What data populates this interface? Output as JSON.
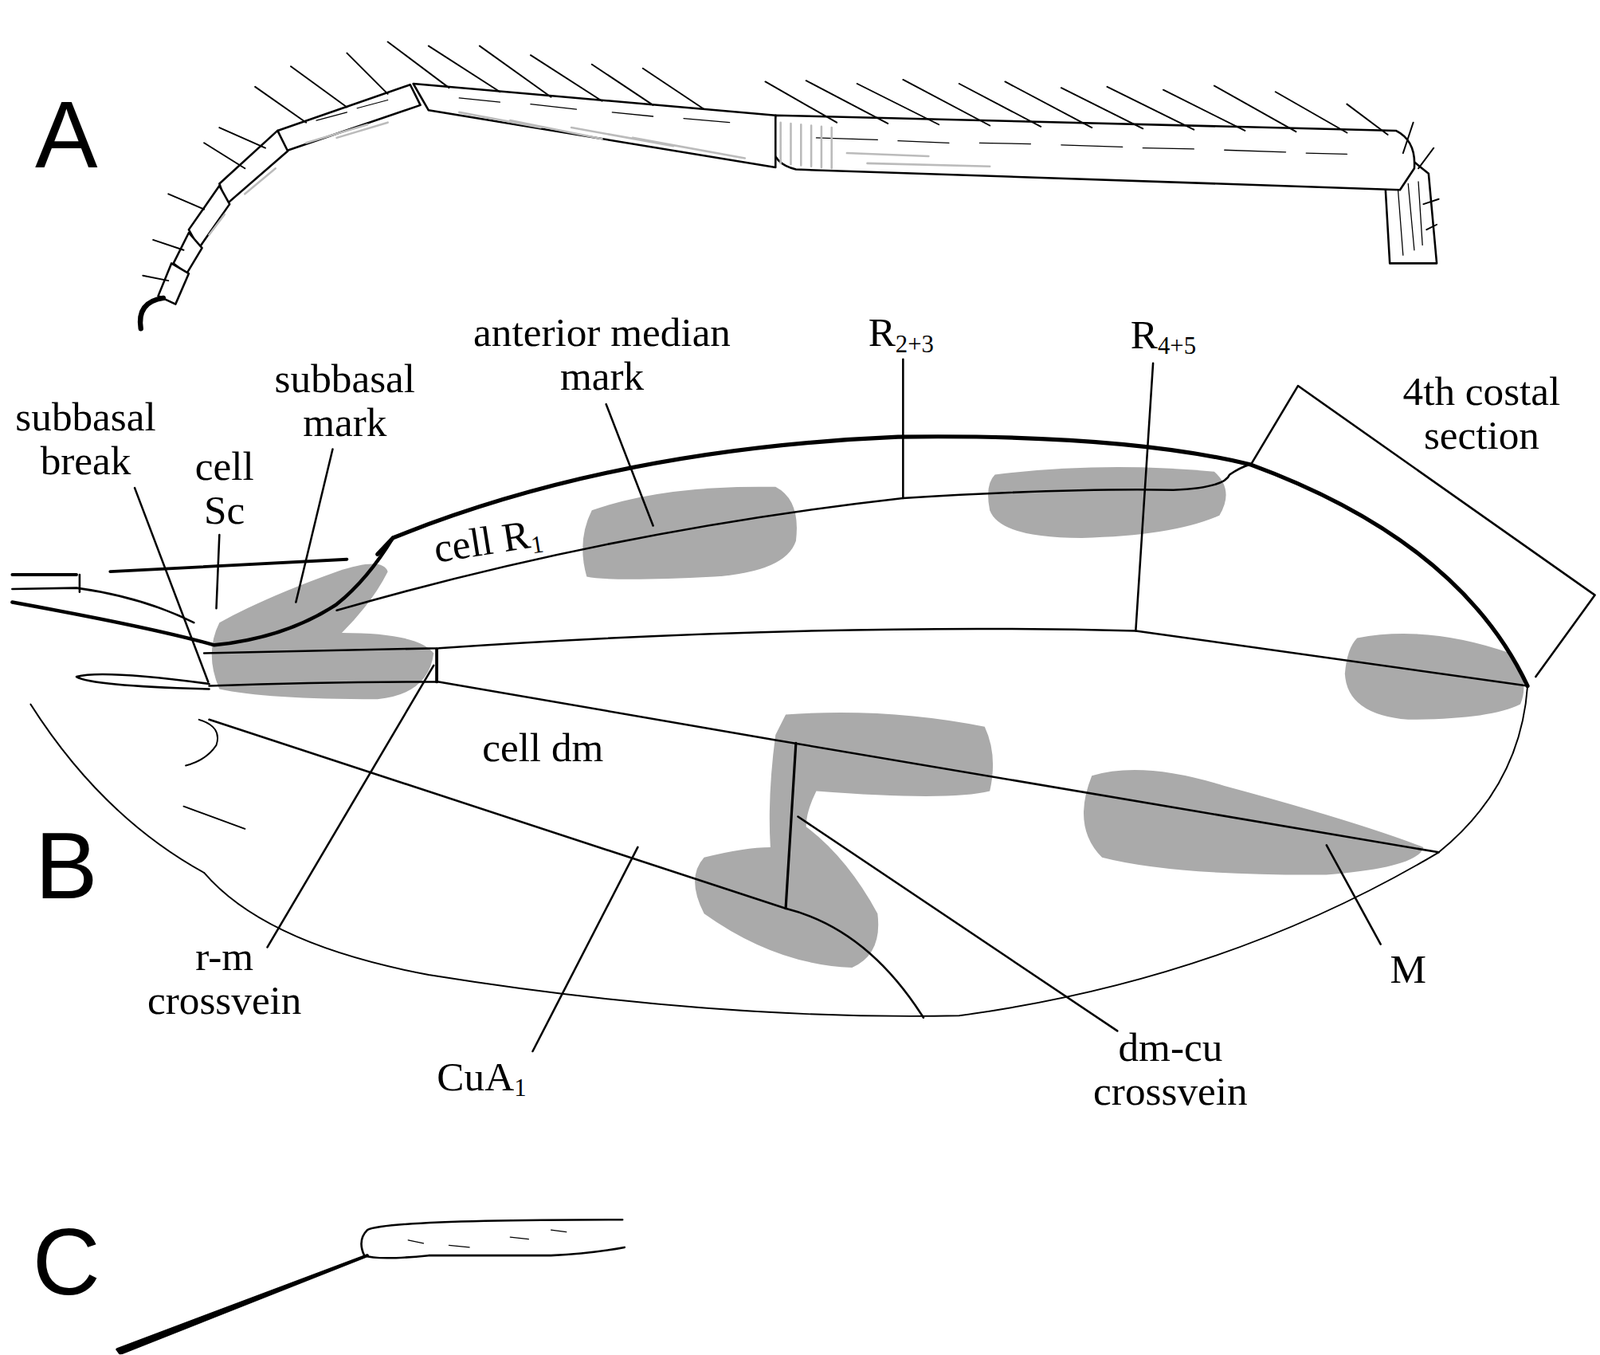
{
  "diagram": {
    "labels": [
      "A",
      "B",
      "C",
      "subbasal break",
      "cell Sc",
      "subbasal mark",
      "anterior median mark",
      "R2+3",
      "R4+5",
      "4th costal section",
      "cell R1",
      "cell dm",
      "r-m crossvein",
      "CuA1",
      "dm-cu crossvein",
      "M"
    ]
  }
}
